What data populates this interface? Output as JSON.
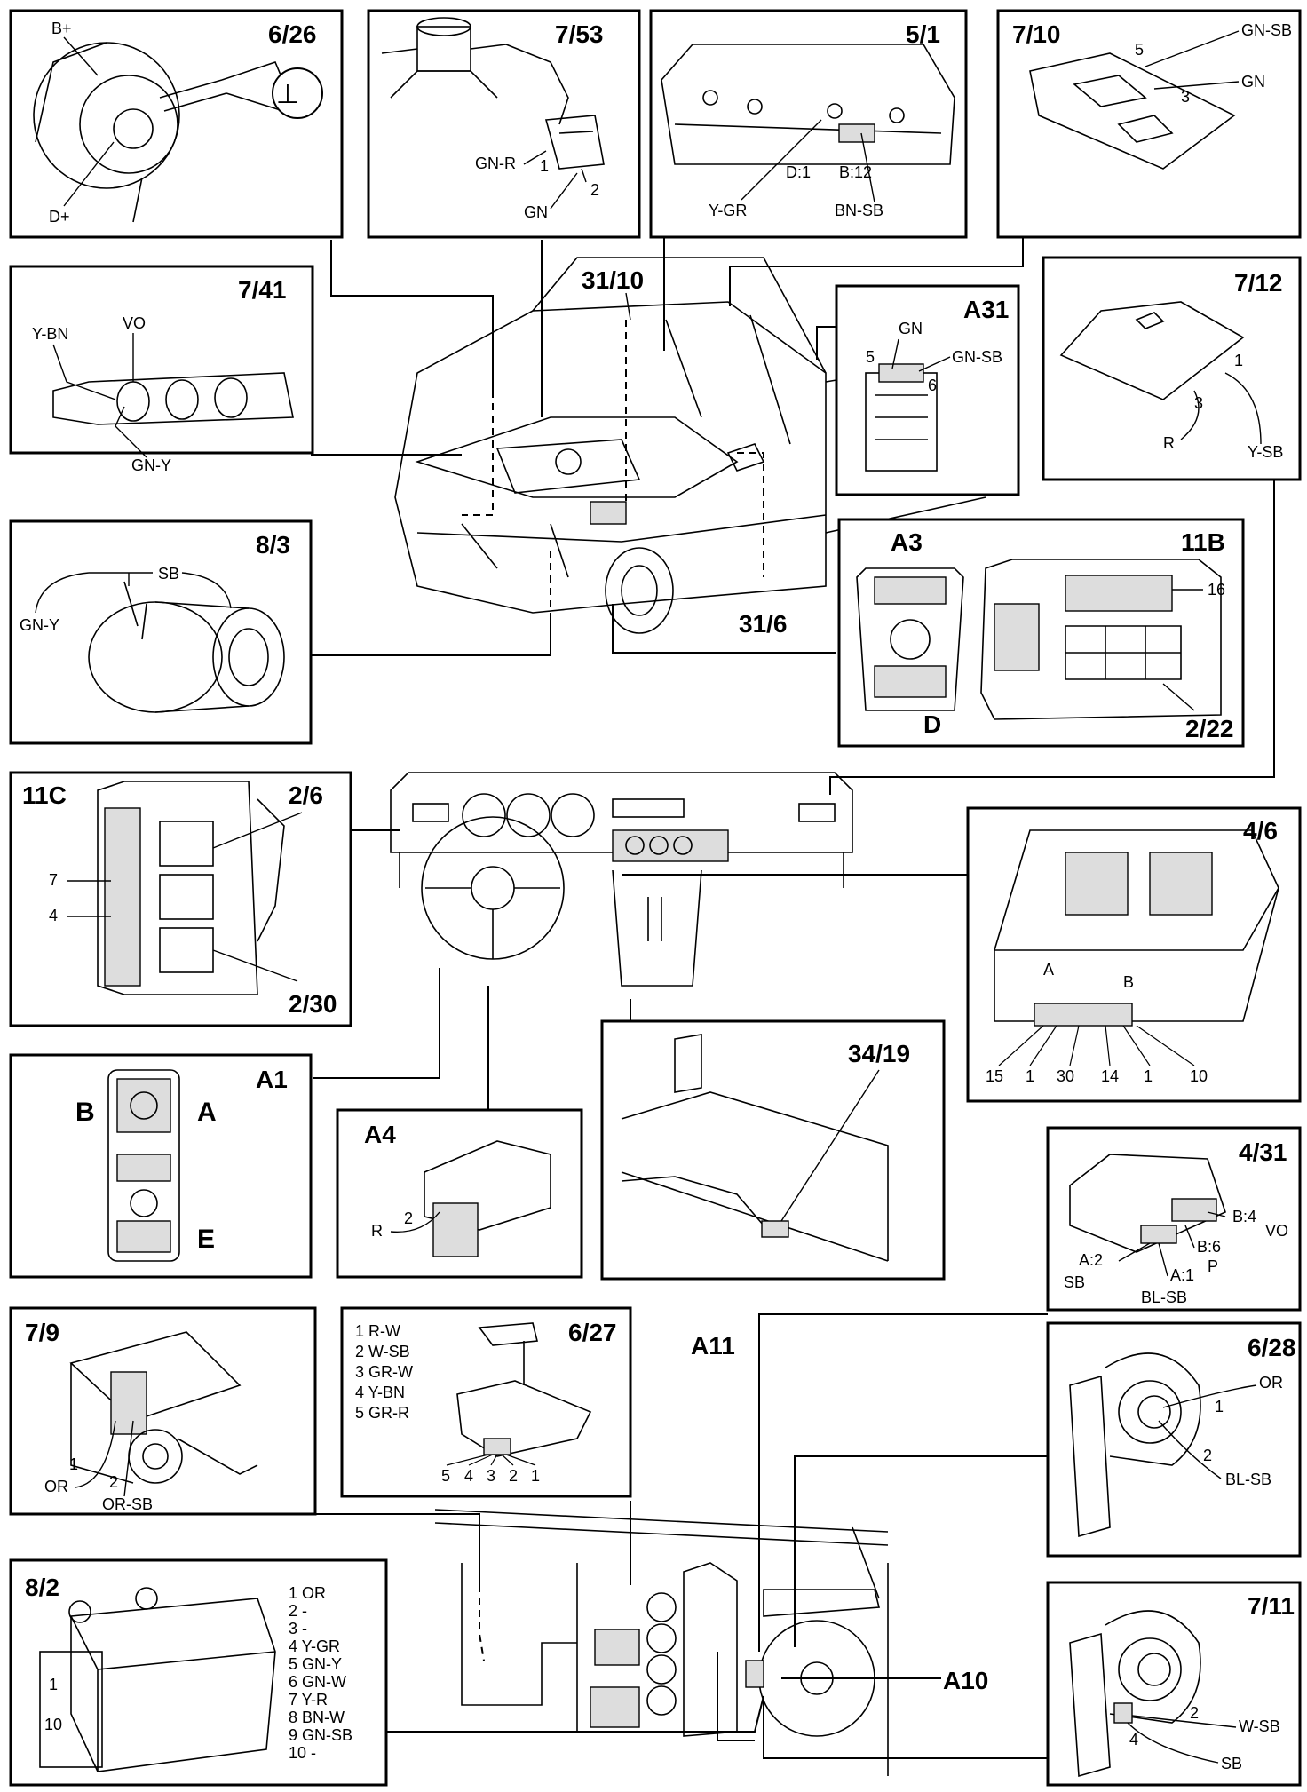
{
  "panels": {
    "p_6_26": {
      "id": "6/26",
      "labels": [
        "B+",
        "D+"
      ]
    },
    "p_7_53": {
      "id": "7/53",
      "labels": [
        "GN-R",
        "1",
        "2",
        "GN"
      ]
    },
    "p_5_1": {
      "id": "5/1",
      "labels": [
        "D:1",
        "B:12",
        "Y-GR",
        "BN-SB"
      ]
    },
    "p_7_10": {
      "id": "7/10",
      "labels": [
        "GN-SB",
        "5",
        "GN",
        "3"
      ]
    },
    "p_7_41": {
      "id": "7/41",
      "labels": [
        "Y-BN",
        "VO",
        "GN-Y"
      ]
    },
    "p_a31": {
      "id": "A31",
      "labels": [
        "GN",
        "5",
        "GN-SB",
        "6"
      ]
    },
    "p_7_12": {
      "id": "7/12",
      "labels": [
        "1",
        "3",
        "R",
        "Y-SB"
      ]
    },
    "p_8_3": {
      "id": "8/3",
      "labels": [
        "SB",
        "GN-Y"
      ]
    },
    "p_a3_11b": {
      "ids": [
        "A3",
        "11B",
        "D"
      ],
      "labels": [
        "16",
        "2/22"
      ]
    },
    "p_11c": {
      "ids": [
        "11C",
        "2/6",
        "2/30"
      ],
      "labels": [
        "7",
        "4"
      ]
    },
    "p_4_6": {
      "id": "4/6",
      "labels": [
        "A",
        "B",
        "15",
        "1",
        "30",
        "14",
        "1",
        "10"
      ]
    },
    "p_a1": {
      "id": "A1",
      "letters": [
        "B",
        "A",
        "E"
      ]
    },
    "p_a4": {
      "id": "A4",
      "labels": [
        "R",
        "2"
      ]
    },
    "p_34_19": {
      "id": "34/19"
    },
    "p_4_31": {
      "id": "4/31",
      "labels": [
        "B:4",
        "VO",
        "B:6",
        "P",
        "A:2",
        "SB",
        "A:1",
        "BL-SB"
      ]
    },
    "p_7_9": {
      "id": "7/9",
      "labels": [
        "1",
        "OR",
        "2",
        "OR-SB"
      ]
    },
    "p_6_27": {
      "id": "6/27",
      "legend": [
        "1 R-W",
        "2 W-SB",
        "3 GR-W",
        "4 Y-BN",
        "5 GR-R"
      ],
      "pins": [
        "5",
        "4",
        "3",
        "2",
        "1"
      ]
    },
    "p_6_28": {
      "id": "6/28",
      "labels": [
        "1",
        "OR",
        "2",
        "BL-SB"
      ]
    },
    "p_8_2": {
      "id": "8/2",
      "legend": [
        "1 OR",
        "2 -",
        "3 -",
        "4 Y-GR",
        "5 GN-Y",
        "6 GN-W",
        "7 Y-R",
        "8 BN-W",
        "9 GN-SB",
        "10 -"
      ],
      "labels": [
        "1",
        "10"
      ]
    },
    "p_7_11": {
      "id": "7/11",
      "labels": [
        "2",
        "W-SB",
        "4",
        "SB"
      ]
    }
  },
  "callouts": {
    "c_31_10": "31/10",
    "c_31_6": "31/6",
    "c_a11": "A11",
    "c_a10": "A10"
  },
  "ground_symbol": "⊥"
}
